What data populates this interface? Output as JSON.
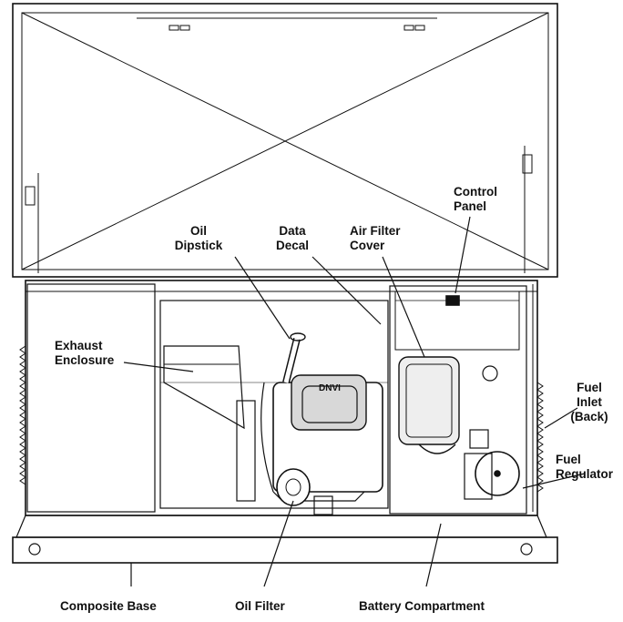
{
  "labels": {
    "oil_dipstick": [
      "Oil",
      "Dipstick"
    ],
    "data_decal": [
      "Data",
      "Decal"
    ],
    "air_filter_cover": [
      "Air Filter",
      "Cover"
    ],
    "control_panel": [
      "Control",
      "Panel"
    ],
    "exhaust_enclosure": [
      "Exhaust",
      "Enclosure"
    ],
    "fuel_inlet": [
      "Fuel",
      "Inlet",
      "(Back)"
    ],
    "fuel_regulator": [
      "Fuel",
      "Regulator"
    ],
    "composite_base": "Composite Base",
    "oil_filter": "Oil Filter",
    "battery_compartment": "Battery Compartment"
  },
  "engine_badge": "DNVI",
  "colors": {
    "line": "#111111",
    "shade": "#9a9a9a",
    "light": "#d8d8d8"
  }
}
